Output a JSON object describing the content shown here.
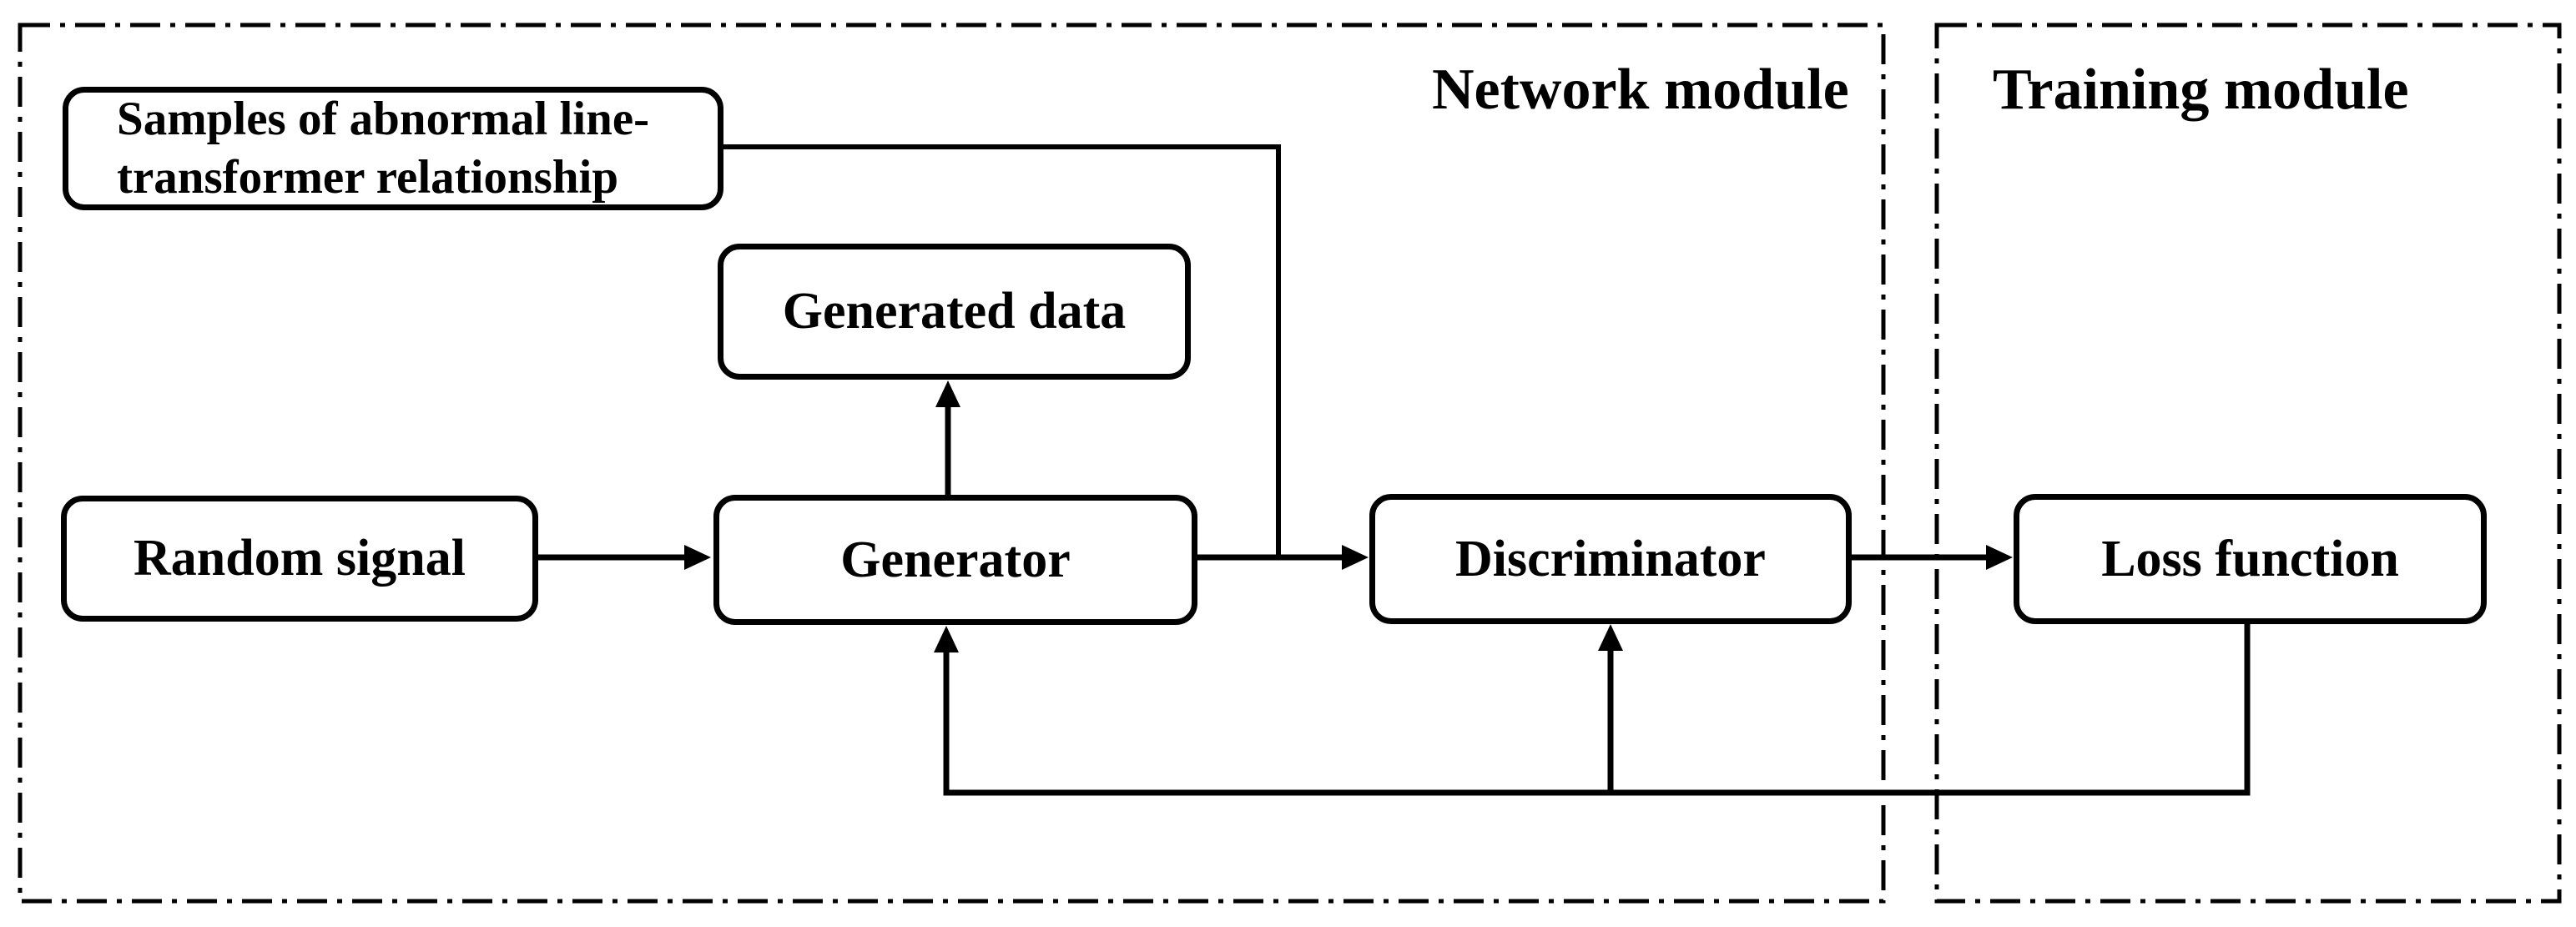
{
  "figure": {
    "network_module": {
      "label": "Network module"
    },
    "training_module": {
      "label": "Training module"
    },
    "nodes": {
      "samples": {
        "label": "Samples of abnormal line-transformer relationship",
        "line1": "Samples of abnormal line-",
        "line2": "transformer relationship"
      },
      "generated_data": {
        "label": "Generated data"
      },
      "random_signal": {
        "label": "Random signal"
      },
      "generator": {
        "label": "Generator"
      },
      "discriminator": {
        "label": "Discriminator"
      },
      "loss_function": {
        "label": "Loss function"
      }
    },
    "edges": [
      {
        "from": "random_signal",
        "to": "generator",
        "style": "arrow"
      },
      {
        "from": "generator",
        "to": "generated_data",
        "style": "arrow"
      },
      {
        "from": "generator",
        "to": "discriminator",
        "style": "arrow"
      },
      {
        "from": "samples",
        "to": "discriminator",
        "style": "elbow-join"
      },
      {
        "from": "discriminator",
        "to": "loss_function",
        "style": "arrow"
      },
      {
        "from": "loss_function",
        "to": "generator",
        "style": "feedback-arrow"
      },
      {
        "from": "loss_function",
        "to": "discriminator",
        "style": "feedback-arrow"
      }
    ],
    "colors": {
      "ink": "#000000",
      "background": "#ffffff"
    }
  }
}
